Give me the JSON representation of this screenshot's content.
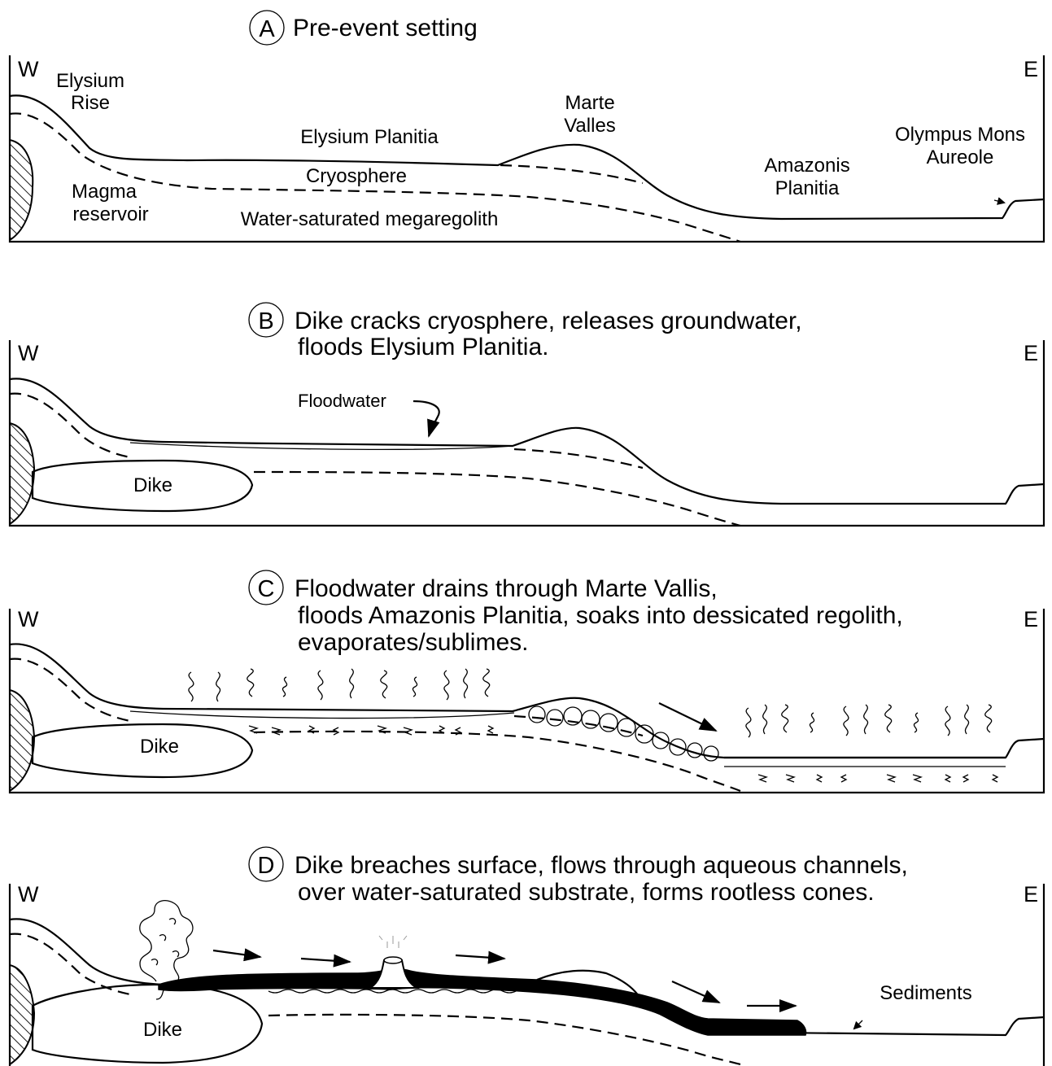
{
  "panels": [
    {
      "id": "A",
      "letter": "A",
      "title_lines": [
        "Pre-event setting"
      ],
      "west": "W",
      "east": "E",
      "labels": {
        "elysium_rise_1": "Elysium",
        "elysium_rise_2": "Rise",
        "elysium_planitia": "Elysium Planitia",
        "marte_valles_1": "Marte",
        "marte_valles_2": "Valles",
        "cryosphere": "Cryosphere",
        "magma_1": "Magma",
        "magma_2": "reservoir",
        "megaregolith": "Water-saturated megaregolith",
        "amazonis_1": "Amazonis",
        "amazonis_2": "Planitia",
        "olympus_1": "Olympus Mons",
        "olympus_2": "Aureole"
      }
    },
    {
      "id": "B",
      "letter": "B",
      "title_lines": [
        "Dike cracks cryosphere, releases groundwater,",
        "floods Elysium Planitia."
      ],
      "west": "W",
      "east": "E",
      "labels": {
        "floodwater": "Floodwater",
        "dike": "Dike"
      }
    },
    {
      "id": "C",
      "letter": "C",
      "title_lines": [
        "Floodwater drains through Marte Vallis,",
        "floods Amazonis Planitia, soaks into dessicated regolith,",
        "evaporates/sublimes."
      ],
      "west": "W",
      "east": "E",
      "labels": {
        "dike": "Dike"
      }
    },
    {
      "id": "D",
      "letter": "D",
      "title_lines": [
        "Dike breaches surface, flows through aqueous channels,",
        "over water-saturated substrate, forms rootless cones."
      ],
      "west": "W",
      "east": "E",
      "labels": {
        "dike": "Dike",
        "sediments": "Sediments"
      }
    }
  ]
}
